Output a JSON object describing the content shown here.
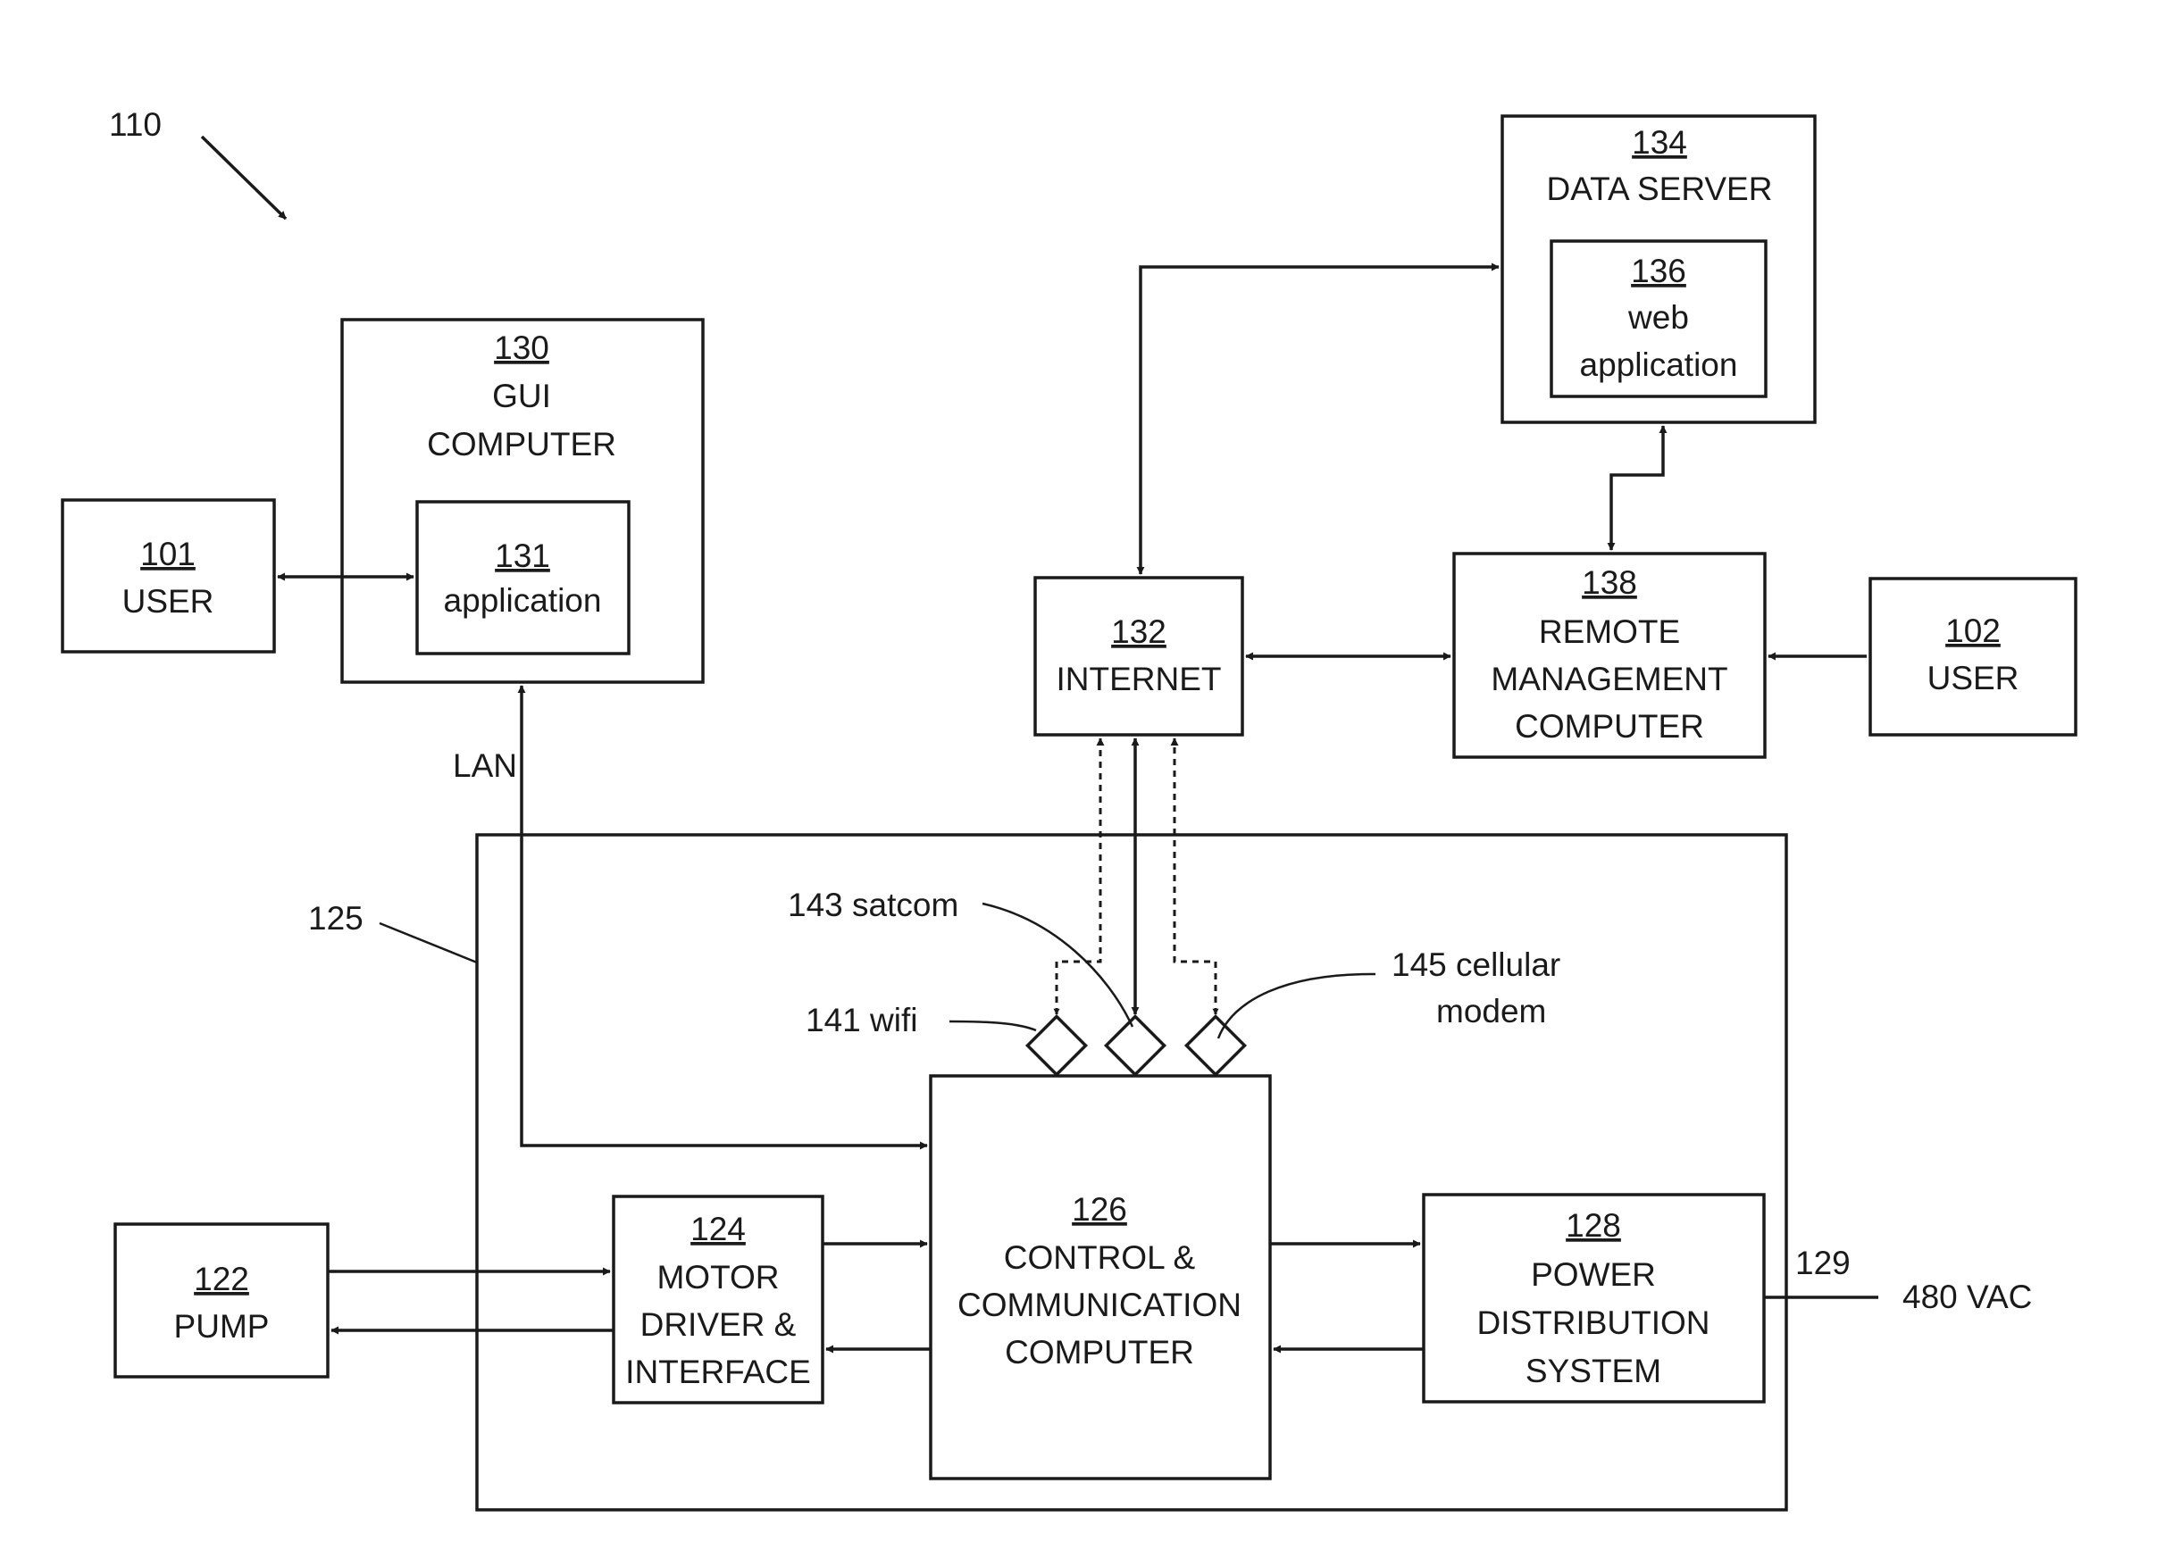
{
  "figure": {
    "ref": "110"
  },
  "blocks": {
    "user101": {
      "num": "101",
      "label": "USER"
    },
    "gui130": {
      "num": "130",
      "line1": "GUI",
      "line2": "COMPUTER"
    },
    "app131": {
      "num": "131",
      "label": "application"
    },
    "server134": {
      "num": "134",
      "label": "DATA SERVER"
    },
    "web136": {
      "num": "136",
      "line1": "web",
      "line2": "application"
    },
    "internet132": {
      "num": "132",
      "label": "INTERNET"
    },
    "rmc138": {
      "num": "138",
      "line1": "REMOTE",
      "line2": "MANAGEMENT",
      "line3": "COMPUTER"
    },
    "user102": {
      "num": "102",
      "label": "USER"
    },
    "pump122": {
      "num": "122",
      "label": "PUMP"
    },
    "motor124": {
      "num": "124",
      "line1": "MOTOR",
      "line2": "DRIVER &",
      "line3": "INTERFACE"
    },
    "ccc126": {
      "num": "126",
      "line1": "CONTROL &",
      "line2": "COMMUNICATION",
      "line3": "COMPUTER"
    },
    "power128": {
      "num": "128",
      "line1": "POWER",
      "line2": "DISTRIBUTION",
      "line3": "SYSTEM"
    }
  },
  "labels": {
    "lan": "LAN",
    "enclosure": "125",
    "satcom": "143 satcom",
    "wifi": "141 wifi",
    "cellular_line1": "145 cellular",
    "cellular_line2": "modem",
    "line129": "129",
    "vac": "480 VAC"
  }
}
